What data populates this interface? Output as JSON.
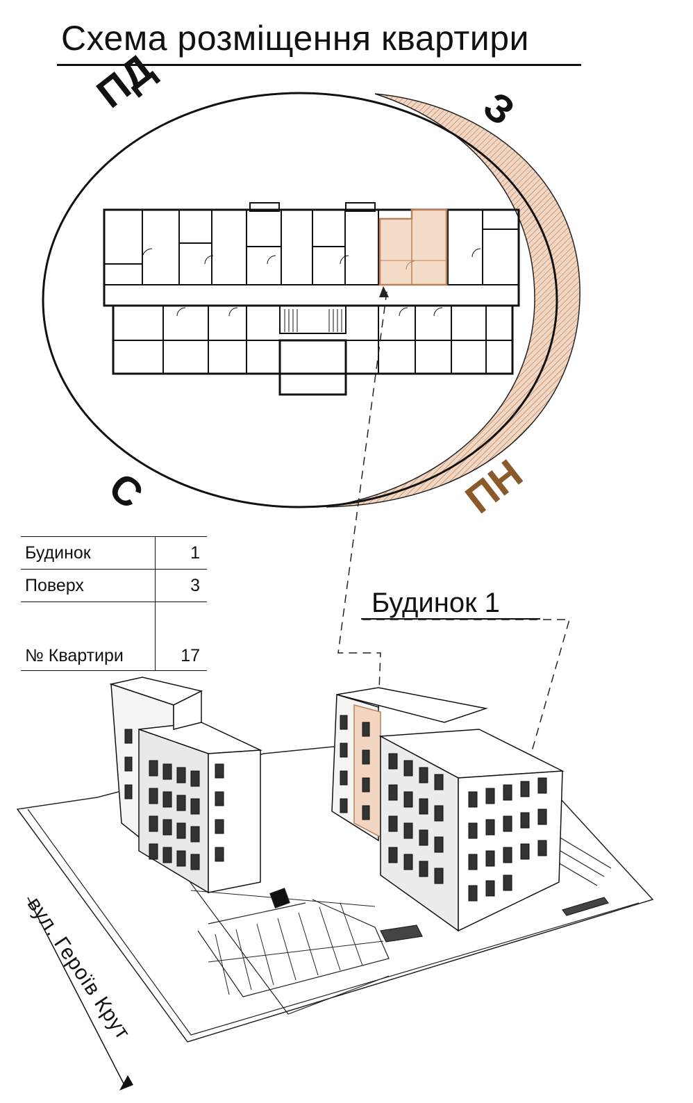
{
  "title": "Схема розміщення квартири",
  "compass": {
    "southwest": "ПД",
    "west": "З",
    "north": "С",
    "northeast": "ПН",
    "northeast_color": "#8a5a2b",
    "highlight_color": "#f5dcc8",
    "highlight_stroke": "#b9805a"
  },
  "info": {
    "rows": [
      {
        "label": "Будинок",
        "value": "1"
      },
      {
        "label": "Поверх",
        "value": "3"
      },
      {
        "label": "№ Квартири",
        "value": "17"
      }
    ]
  },
  "building_label": "Будинок 1",
  "street_label": "вул. Героїв Крут"
}
